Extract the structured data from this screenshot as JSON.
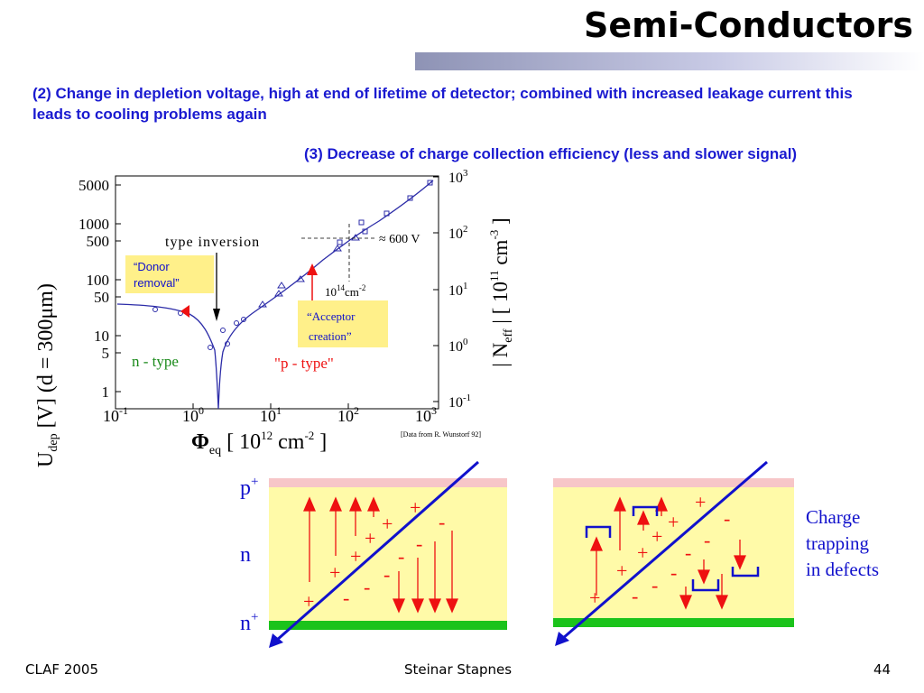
{
  "slide": {
    "title": "Semi-Conductors",
    "point2": "(2) Change in depletion voltage, high at end of lifetime of detector; combined with increased leakage current this leads to cooling problems again",
    "point3": "(3) Decrease of charge collection efficiency (less and slower signal)"
  },
  "plot": {
    "y_left_label_main": "U",
    "y_left_label_sub": "dep",
    "y_left_label_rest": " [V]  (d = 300μm)",
    "y_left_ticks": [
      "5000",
      "1000",
      "500",
      "100",
      "50",
      "10",
      "5",
      "1"
    ],
    "x_ticks": [
      "10",
      "10",
      "10",
      "10",
      "10"
    ],
    "x_tick_exps": [
      "-1",
      "0",
      "1",
      "2",
      "3"
    ],
    "x_label_sym": "Φ",
    "x_label_sub": "eq",
    "x_label_rest_a": "  [ 10",
    "x_label_sup": "12",
    "x_label_rest_b": " cm",
    "x_label_sup2": "-2",
    "x_label_rest_c": " ]",
    "y_right_ticks": [
      "10",
      "10",
      "10",
      "10",
      "10"
    ],
    "y_right_exps": [
      "3",
      "2",
      "1",
      "0",
      "-1"
    ],
    "y_right_label_a": "| N",
    "y_right_label_sub": "eff",
    "y_right_label_b": " |  [ 10",
    "y_right_label_sup": "11",
    "y_right_label_c": " cm",
    "y_right_label_sup2": "-3",
    "y_right_label_d": " ]",
    "type_inversion": "type inversion",
    "voltage_note": "≈ 600 V",
    "fluence_note_a": "10",
    "fluence_note_sup": "14",
    "fluence_note_b": "cm",
    "fluence_note_sup2": "-2",
    "n_type": "n - type",
    "p_type": "\"p - type\"",
    "donor_removal_1": "“Donor",
    "donor_removal_2": "removal”",
    "acceptor_creation_1": "“Acceptor",
    "acceptor_creation_2": "creation”",
    "data_source": "[Data from R. Wunstorf 92]"
  },
  "diagram": {
    "p_plus": "p",
    "n_label": "n",
    "n_plus": "n",
    "plus_sign": "+",
    "minus_sign": "-",
    "charge_trapping_1": "Charge",
    "charge_trapping_2": "trapping",
    "charge_trapping_3": "in defects"
  },
  "footer": {
    "left": "CLAF 2005",
    "center": "Steinar Stapnes",
    "right": "44"
  },
  "colors": {
    "heading_blue": "#1a1ad0",
    "curve_blue": "#2c2ca8",
    "arrow_red": "#ee1111",
    "label_bg_yellow": "#fff08a",
    "detector_yellow": "#fffaa8",
    "p_layer_pink": "#f7c6c8",
    "n_layer_green": "#1bc31b",
    "track_blue": "#1111cc"
  }
}
